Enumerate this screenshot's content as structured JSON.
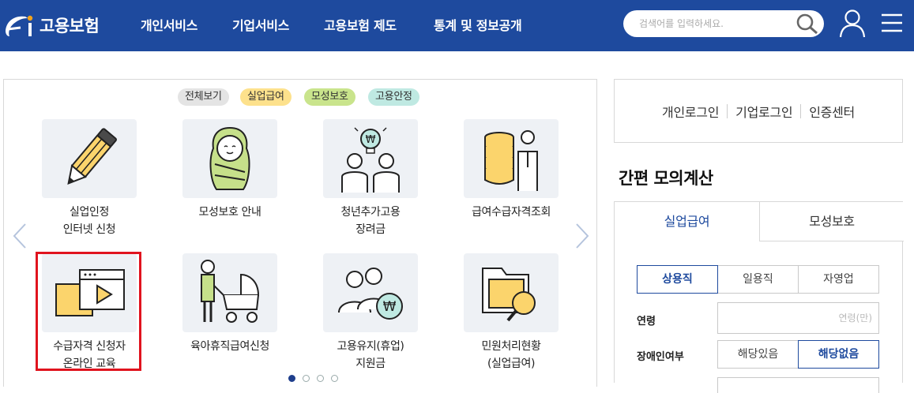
{
  "header": {
    "logo_text": "고용보험",
    "nav": [
      "개인서비스",
      "기업서비스",
      "고용보험 제도",
      "통계 및 정보공개"
    ],
    "search_placeholder": "검색어를 입력하세요.",
    "bg_color": "#1e4a9e"
  },
  "filters": [
    {
      "label": "전체보기",
      "color": "#e4e4e4"
    },
    {
      "label": "실업급여",
      "color": "#fde18c"
    },
    {
      "label": "모성보호",
      "color": "#c9e48c"
    },
    {
      "label": "고용안정",
      "color": "#bfe9e2"
    }
  ],
  "tiles": [
    {
      "label": "실업인정\n인터넷 신청",
      "icon": "pencil-icon"
    },
    {
      "label": "모성보호 안내",
      "icon": "baby-icon"
    },
    {
      "label": "청년추가고용\n장려금",
      "icon": "youth-employment-icon"
    },
    {
      "label": "급여수급자격조회",
      "icon": "coins-person-icon"
    },
    {
      "label": "수급자격 신청자\n온라인 교육",
      "icon": "video-play-icon"
    },
    {
      "label": "육아휴직급여신청",
      "icon": "stroller-icon"
    },
    {
      "label": "고용유지(휴업)\n지원금",
      "icon": "people-won-icon"
    },
    {
      "label": "민원처리현황\n(실업급여)",
      "icon": "folder-search-icon"
    }
  ],
  "login": {
    "links": [
      "개인로그인",
      "기업로그인",
      "인증센터"
    ]
  },
  "calc": {
    "title": "간편 모의계산",
    "tabs": [
      "실업급여",
      "모성보호"
    ],
    "job_types": [
      "상용직",
      "일용직",
      "자영업"
    ],
    "age_label": "연령",
    "age_placeholder": "연령(만)",
    "disability_label": "장애인여부",
    "disability_options": [
      "해당있음",
      "해당없음"
    ]
  },
  "accent_color": "#1e4a9e",
  "highlight_color": "#e0131e"
}
